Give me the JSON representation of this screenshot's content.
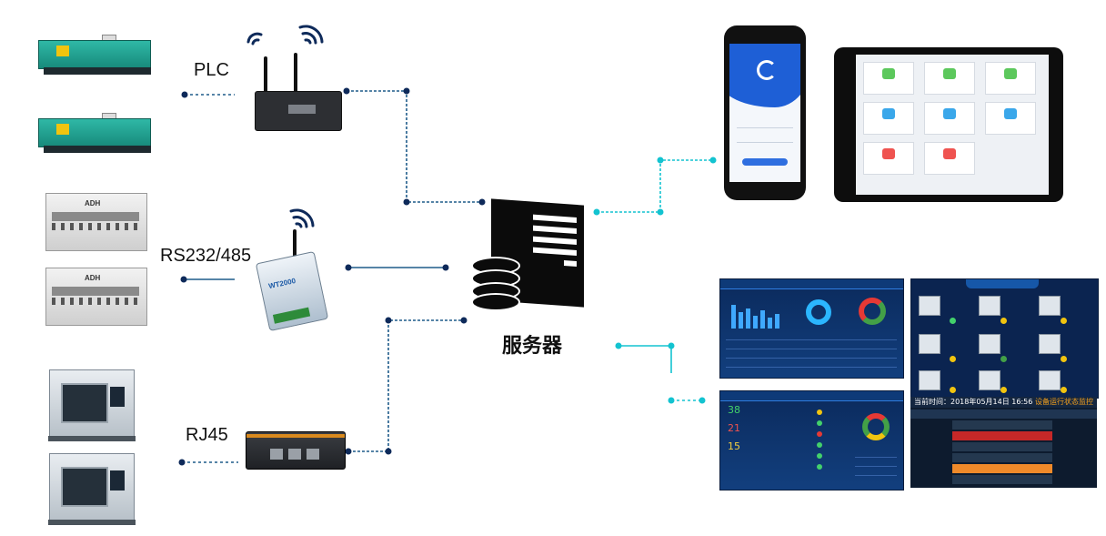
{
  "labels": {
    "plc": "PLC",
    "serial": "RS232/485",
    "rj45": "RJ45",
    "server": "服务器"
  },
  "colors": {
    "device_line": "#1f5b8a",
    "client_line": "#13c3d0",
    "dot_dark": "#0e2a5a"
  },
  "dashboards": {
    "monitor_counts": [
      "38",
      "21",
      "15"
    ],
    "equipment_time": "当前时间：2018年05月14日 16:56",
    "equipment_status": "设备运行状态监控"
  }
}
